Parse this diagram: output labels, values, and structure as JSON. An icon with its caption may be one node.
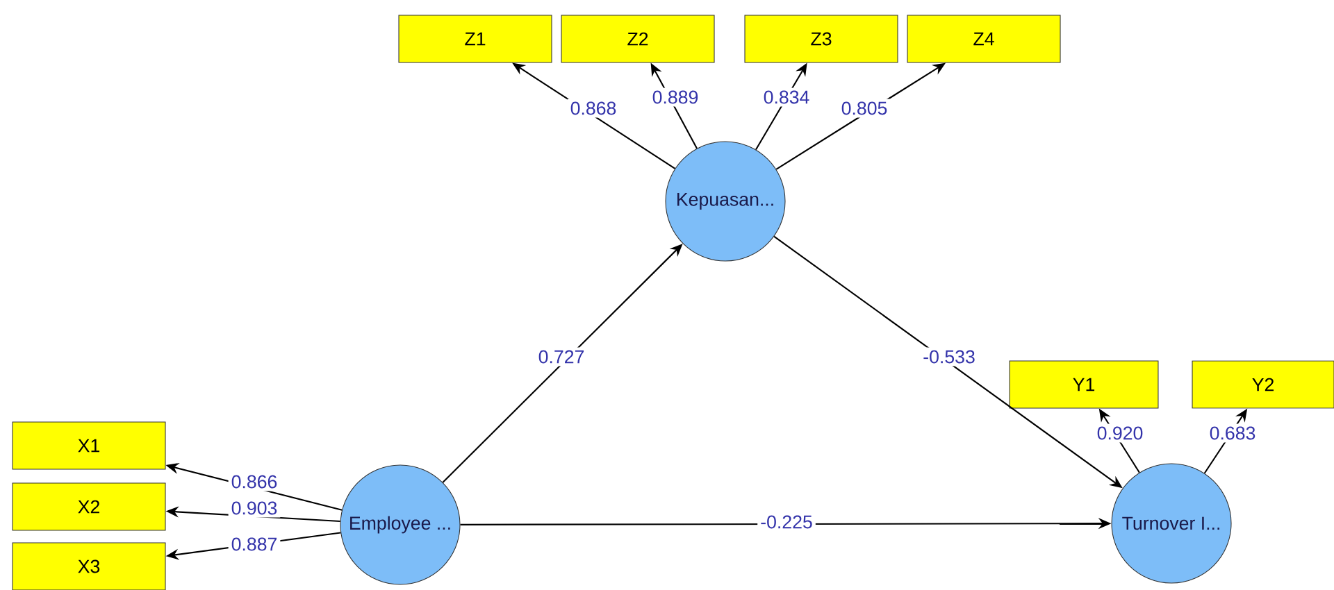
{
  "diagram": {
    "nodes": [
      {
        "text": [
          "Z1"
        ]
      },
      {
        "text": [
          "Z2"
        ]
      },
      {
        "text": [
          "Z3"
        ]
      },
      {
        "text": [
          "Z4"
        ]
      },
      {
        "text": [
          "Kepuasan..."
        ]
      },
      {
        "text": [
          "X1"
        ]
      },
      {
        "text": [
          "X2"
        ]
      },
      {
        "text": [
          "X3"
        ]
      },
      {
        "text": [
          "Employee ..."
        ]
      },
      {
        "text": [
          "Y1"
        ]
      },
      {
        "text": [
          "Y2"
        ]
      },
      {
        "text": [
          "Turnover I..."
        ]
      }
    ],
    "edges": [
      {
        "from": 4,
        "to": 0,
        "arrow": "to",
        "label": "0.868"
      },
      {
        "from": 4,
        "to": 1,
        "arrow": "to",
        "label": "0.889"
      },
      {
        "from": 4,
        "to": 2,
        "arrow": "to",
        "label": "0.834"
      },
      {
        "from": 4,
        "to": 3,
        "arrow": "to",
        "label": "0.805"
      },
      {
        "from": 8,
        "to": 5,
        "arrow": "to",
        "label": "0.866"
      },
      {
        "from": 8,
        "to": 6,
        "arrow": "to",
        "label": "0.903"
      },
      {
        "from": 8,
        "to": 7,
        "arrow": "to",
        "label": "0.887"
      },
      {
        "from": 8,
        "to": 4,
        "arrow": "to",
        "label": "0.727"
      },
      {
        "from": 4,
        "to": 11,
        "arrow": "to",
        "label": "-0.533"
      },
      {
        "from": 8,
        "to": 11,
        "arrow": "to",
        "label": "-0.225"
      },
      {
        "from": 11,
        "to": 9,
        "arrow": "to",
        "label": "0.920"
      },
      {
        "from": 11,
        "to": 10,
        "arrow": "to",
        "label": "0.683"
      }
    ]
  }
}
